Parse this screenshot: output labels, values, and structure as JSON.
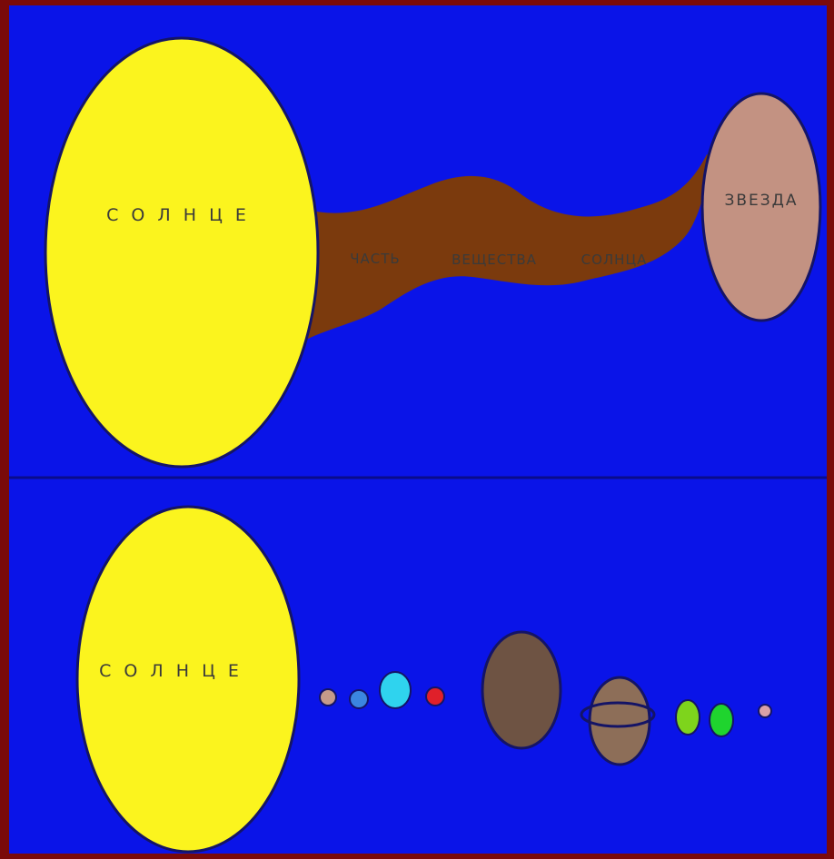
{
  "colors": {
    "frame": "#7a0a0a",
    "space": "#0a14e8",
    "sun": "#fbf41e",
    "sun_outline": "#141466",
    "matter_stream": "#7b3a0d",
    "star": "#c39282",
    "label_text": "#3a3a3a"
  },
  "top_panel": {
    "sun_label": "С О Л Н Ц Е",
    "star_label": "ЗВЕЗДА",
    "stream_words": [
      "ЧАСТЬ",
      "ВЕЩЕСТВА",
      "СОЛНЦА"
    ]
  },
  "bottom_panel": {
    "sun_label": "С О Л Н Ц Е",
    "planets": [
      {
        "name": "planet-1",
        "color": "#c59a8a",
        "size": "tiny"
      },
      {
        "name": "planet-2",
        "color": "#3b86e0",
        "size": "small"
      },
      {
        "name": "planet-3",
        "color": "#2fd3ee",
        "size": "medium"
      },
      {
        "name": "planet-4",
        "color": "#e0202a",
        "size": "small"
      },
      {
        "name": "planet-5",
        "color": "#6e5343",
        "size": "giant"
      },
      {
        "name": "planet-6",
        "color": "#8d6e58",
        "size": "large",
        "rings": true
      },
      {
        "name": "planet-7",
        "color": "#7ed41c",
        "size": "small"
      },
      {
        "name": "planet-8",
        "color": "#1fd42e",
        "size": "small"
      },
      {
        "name": "planet-9",
        "color": "#d8a0a8",
        "size": "tiny"
      }
    ]
  }
}
